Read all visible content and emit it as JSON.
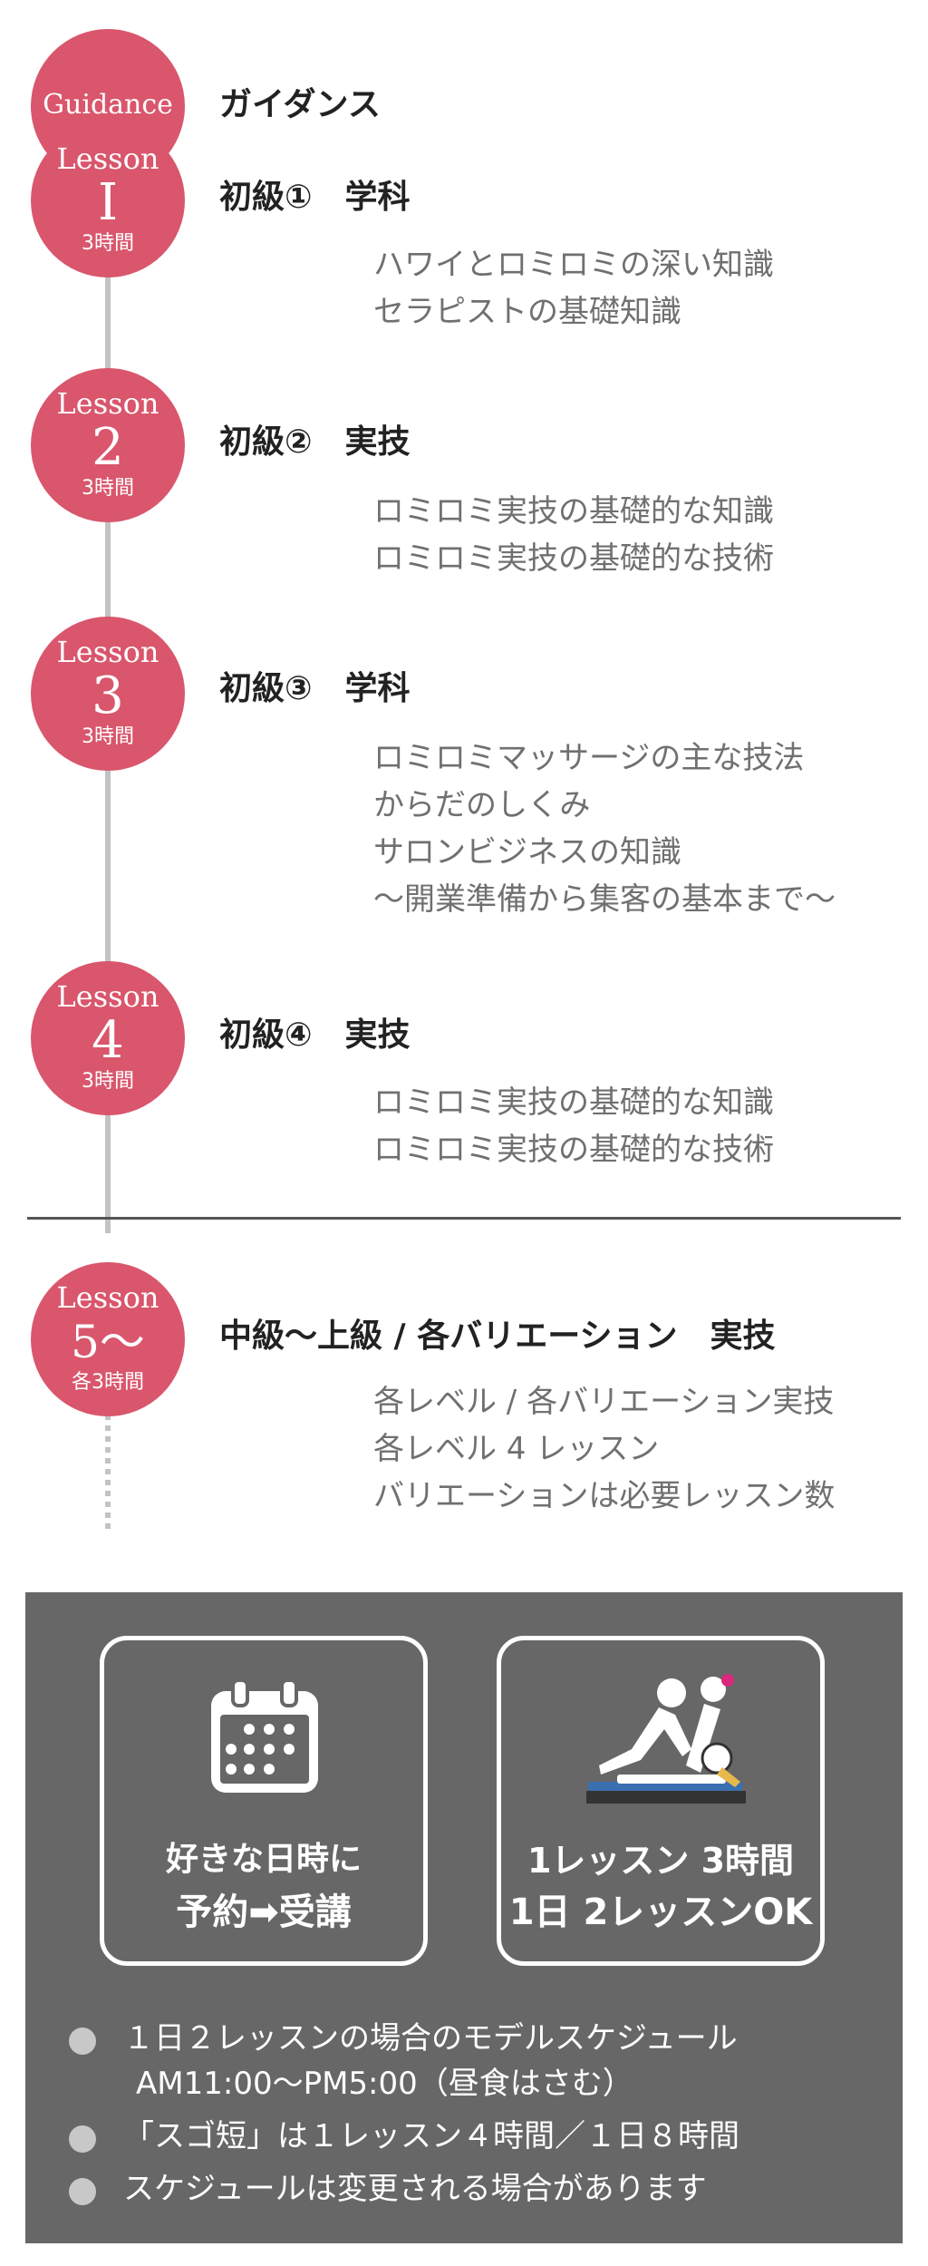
{
  "guidance": {
    "circle_label": "Guidance",
    "title": "ガイダンス"
  },
  "lessons": [
    {
      "word": "Lesson",
      "number": "I",
      "hours": "3時間",
      "title": "初級①　学科",
      "lines": [
        "ハワイとロミロミの深い知識",
        "セラピストの基礎知識"
      ]
    },
    {
      "word": "Lesson",
      "number": "2",
      "hours": "3時間",
      "title": "初級②　実技",
      "lines": [
        "ロミロミ実技の基礎的な知識",
        "ロミロミ実技の基礎的な技術"
      ]
    },
    {
      "word": "Lesson",
      "number": "3",
      "hours": "3時間",
      "title": "初級③　学科",
      "lines": [
        "ロミロミマッサージの主な技法",
        "からだのしくみ",
        "サロンビジネスの知識",
        "〜開業準備から集客の基本まで〜"
      ]
    },
    {
      "word": "Lesson",
      "number": "4",
      "hours": "3時間",
      "title": "初級④　実技",
      "lines": [
        "ロミロミ実技の基礎的な知識",
        "ロミロミ実技の基礎的な技術"
      ]
    },
    {
      "word": "Lesson",
      "number": "5〜",
      "hours": "各3時間",
      "title": "中級〜上級 / 各バリエーション　実技",
      "lines": [
        "各レベル / 各バリエーション実技",
        "各レベル 4 レッスン",
        "バリエーションは必要レッスン数"
      ]
    }
  ],
  "panel": {
    "card1": {
      "icon": "calendar-icon",
      "line1": "好きな日時に",
      "line2": "予約➡受講"
    },
    "card2": {
      "icon": "massage-icon",
      "line1": "1レッスン 3時間",
      "line2": "1日 2レッスンOK"
    },
    "bullets": [
      "１日２レッスンの場合のモデルスケジュール",
      "AM11:00〜PM5:00（昼食はさむ）",
      "「スゴ短」は１レッスン４時間／１日８時間",
      "スケジュールは変更される場合があります"
    ]
  },
  "colors": {
    "accent": "#d9566c",
    "panel": "#676767",
    "description_text": "#707070"
  }
}
